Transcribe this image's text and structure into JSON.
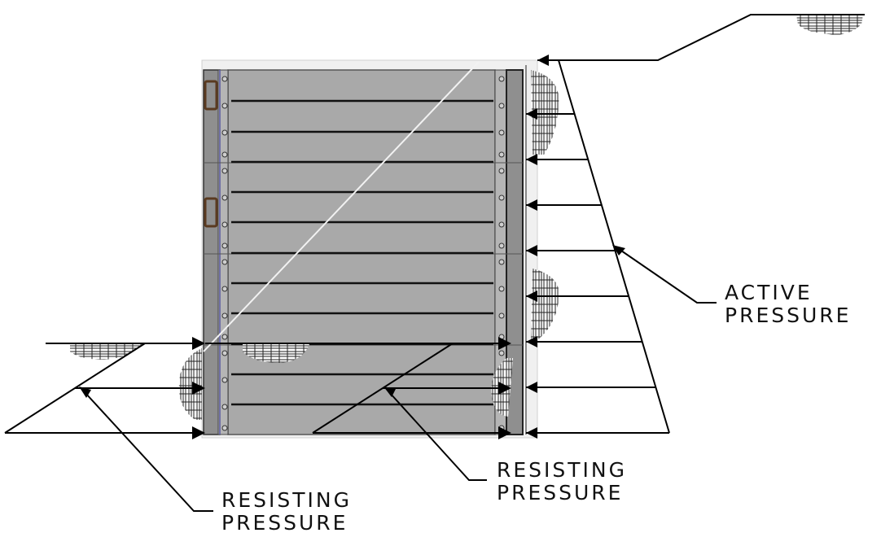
{
  "labels": {
    "active": [
      "ACTIVE",
      "PRESSURE"
    ],
    "resisting_middle": [
      "RESISTING",
      "PRESSURE"
    ],
    "resisting_left": [
      "RESISTING",
      "PRESSURE"
    ]
  },
  "colors": {
    "panel": "#a9a9a9",
    "rail": "#8f8f8f",
    "ink": "#000000",
    "soil_hatch": "#222222",
    "background": "#ffffff"
  }
}
